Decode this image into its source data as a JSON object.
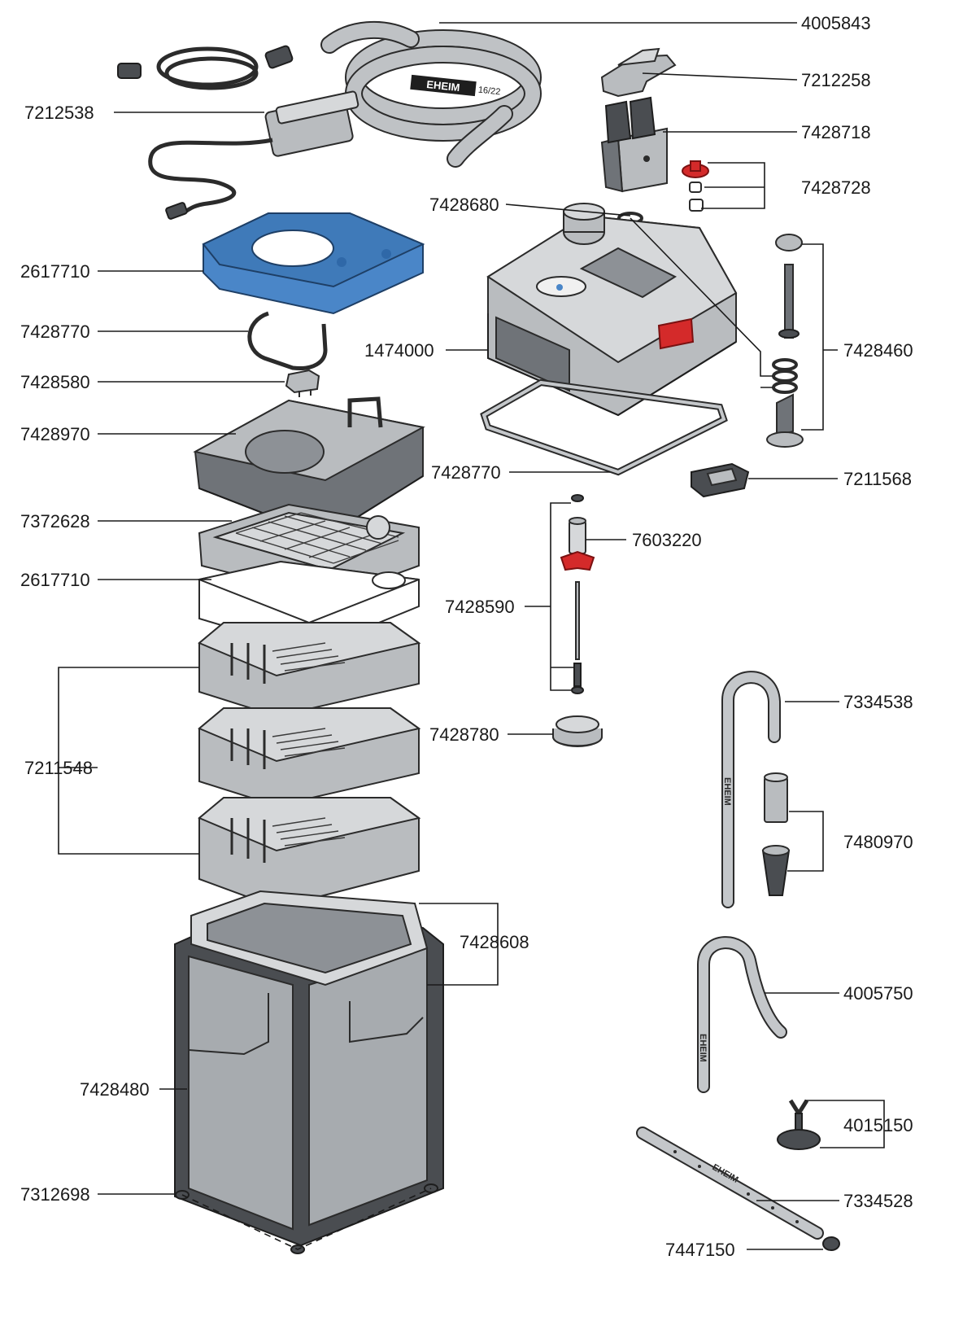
{
  "colors": {
    "accent_blue": "#4a86c8",
    "accent_red": "#d42a2a",
    "part_gray": "#b9bcbf",
    "part_dark": "#4a4d51"
  },
  "brand_marks": [
    "EHEIM",
    "EHEIM",
    "EHEIM",
    "EHEIM",
    "16/22"
  ],
  "parts": [
    {
      "id": "hose",
      "label": "4005843"
    },
    {
      "id": "clip",
      "label": "7212258"
    },
    {
      "id": "power-supply",
      "label": "7212538"
    },
    {
      "id": "adapter",
      "label": "7428718"
    },
    {
      "id": "impeller-small",
      "label": "7428728"
    },
    {
      "id": "ring-seal",
      "label": "7428680"
    },
    {
      "id": "top-filter-pad",
      "label": "2617710"
    },
    {
      "id": "handle-gasket",
      "label": "7428770"
    },
    {
      "id": "head",
      "label": "1474000"
    },
    {
      "id": "valve-assembly",
      "label": "7428460"
    },
    {
      "id": "clip-small",
      "label": "7428580"
    },
    {
      "id": "filter-lid",
      "label": "7428970"
    },
    {
      "id": "head-gasket",
      "label": "7428770"
    },
    {
      "id": "latch",
      "label": "7211568"
    },
    {
      "id": "grid-plate",
      "label": "7372628"
    },
    {
      "id": "impeller",
      "label": "7603220"
    },
    {
      "id": "white-filter-pad",
      "label": "2617710"
    },
    {
      "id": "shaft-set",
      "label": "7428590"
    },
    {
      "id": "baskets",
      "label": "7211548"
    },
    {
      "id": "outflow-pipe",
      "label": "7334538"
    },
    {
      "id": "pump-cover",
      "label": "7428780"
    },
    {
      "id": "intake-strainer",
      "label": "7480970"
    },
    {
      "id": "container-frame",
      "label": "7428608"
    },
    {
      "id": "intake-pipe",
      "label": "4005750"
    },
    {
      "id": "canister",
      "label": "7428480"
    },
    {
      "id": "suction-cup",
      "label": "4015150"
    },
    {
      "id": "feet",
      "label": "7312698"
    },
    {
      "id": "spray-bar",
      "label": "7334528"
    },
    {
      "id": "end-cap",
      "label": "7447150"
    }
  ]
}
